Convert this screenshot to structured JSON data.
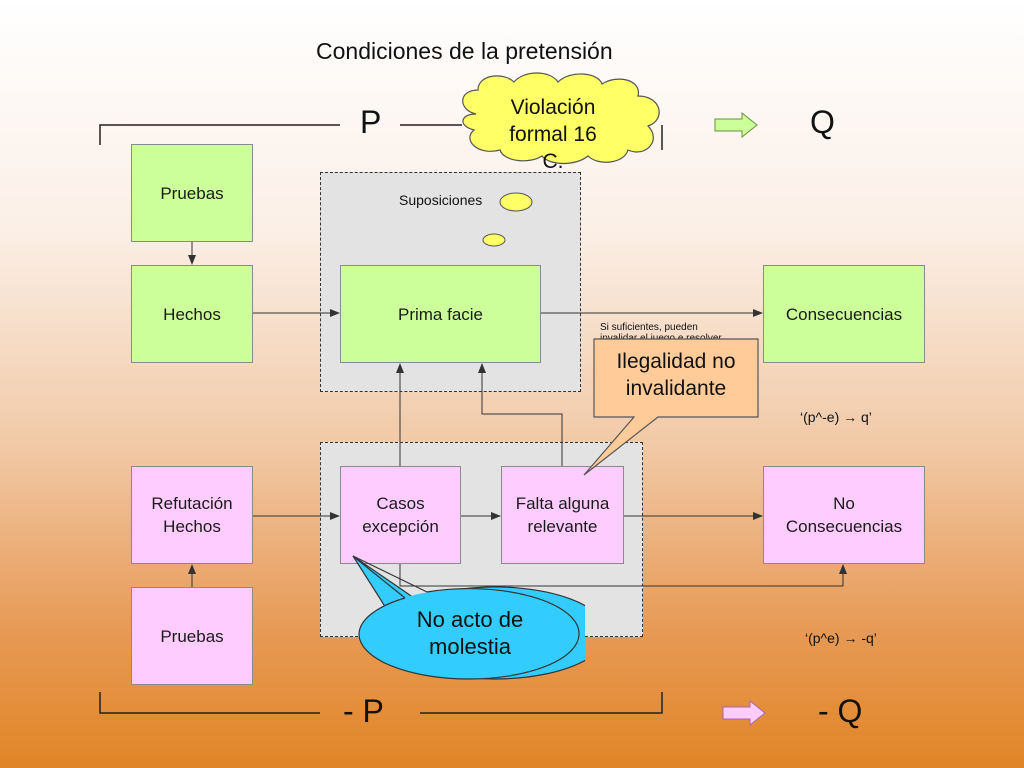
{
  "title": "Condiciones de la pretensión",
  "top": {
    "left_letter": "P",
    "right_letter": "Q"
  },
  "bottom": {
    "left_letter": "- P",
    "right_letter": "- Q"
  },
  "boxes": {
    "pruebas_top": "Pruebas",
    "hechos": "Hechos",
    "prima_facie": "Prima facie",
    "consecuencias": "Consecuencias",
    "refutacion_l1": "Refutación",
    "refutacion_l2": "Hechos",
    "casos_l1": "Casos",
    "casos_l2": "excepción",
    "falta_l1": "Falta alguna",
    "falta_l2": "relevante",
    "no_cons_l1": "No",
    "no_cons_l2": "Consecuencias",
    "pruebas_bottom": "Pruebas"
  },
  "suposiciones": "Suposiciones",
  "note_line1": "Si suficientes, pueden",
  "note_line2": "invalidar el juego e resolver",
  "callouts": {
    "violacion_l1": "Violación",
    "violacion_l2": "formal 16",
    "violacion_l3": "C.",
    "ilegalidad_l1": "Ilegalidad no",
    "ilegalidad_l2": "invalidante",
    "no_acto_l1": "No acto de",
    "no_acto_l2": "molestia"
  },
  "formulas": {
    "top": "‘(p^-e) → q’",
    "bottom": "‘(p^e) → -q’"
  },
  "colors": {
    "green_box": "#ccff99",
    "pink_box": "#ffccff",
    "cloud": "#ffff66",
    "orange_callout": "#ffcc99",
    "blue_callout": "#33ccff",
    "green_arrow": "#ccff99",
    "pink_arrow": "#ffccff"
  }
}
